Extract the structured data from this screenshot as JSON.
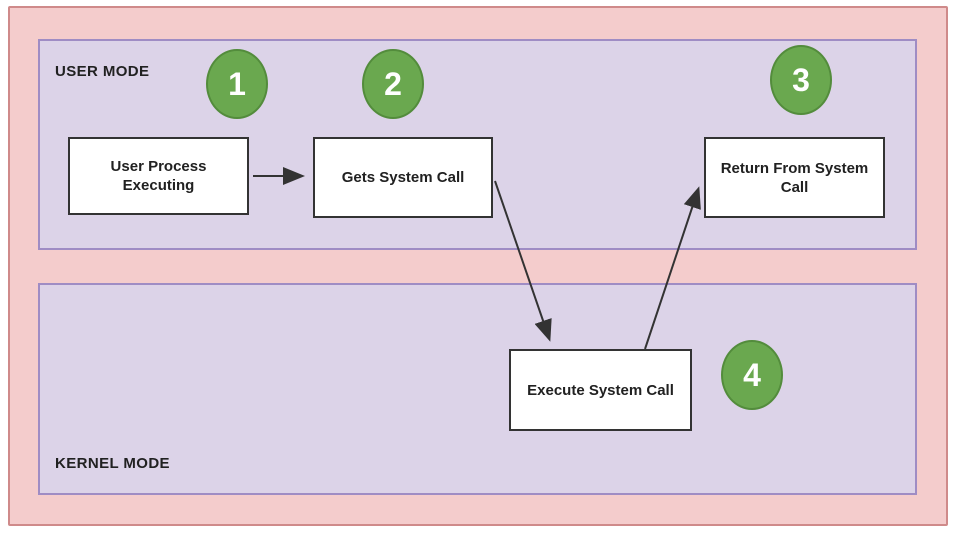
{
  "diagram": {
    "user_mode": {
      "label": "USER MODE"
    },
    "kernel_mode": {
      "label": "KERNEL MODE"
    },
    "steps": [
      {
        "number": "1",
        "label": "User Process Executing"
      },
      {
        "number": "2",
        "label": "Gets System Call"
      },
      {
        "number": "3",
        "label": "Return From System Call"
      },
      {
        "number": "4",
        "label": "Execute System Call"
      }
    ],
    "flow": [
      "User Process Executing -> Gets System Call",
      "Gets System Call -> Execute System Call",
      "Execute System Call -> Return From System Call"
    ],
    "colors": {
      "outer_fill": "#f4cccc",
      "outer_border": "#cf8a8a",
      "region_fill": "#dcd3e8",
      "region_border": "#9f8cc4",
      "badge_fill": "#6aa84f",
      "badge_border": "#538c3c",
      "node_fill": "#ffffff",
      "node_border": "#333333",
      "arrow": "#333333",
      "text": "#212121"
    }
  }
}
